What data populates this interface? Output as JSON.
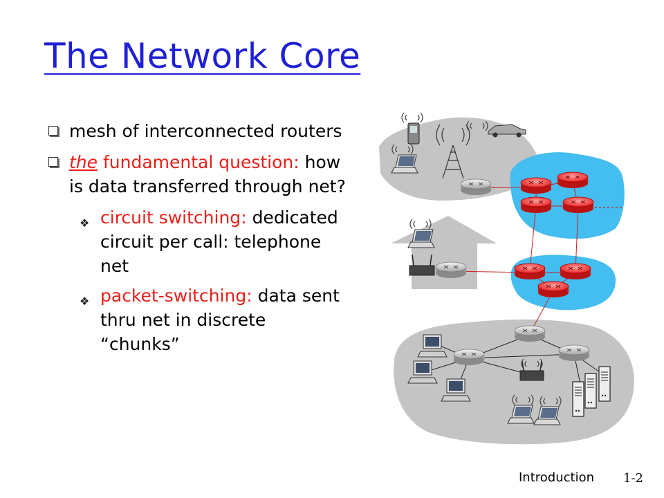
{
  "slide": {
    "title": "The Network Core",
    "bullets": [
      {
        "text": "mesh of interconnected routers"
      },
      {
        "prefix_italic": "the",
        "prefix_rest": " fundamental question:",
        "text": " how is data transferred through net?"
      }
    ],
    "sub_bullets": [
      {
        "label": "circuit switching:",
        "text": "dedicated circuit per call: telephone net"
      },
      {
        "label": "packet-switching:",
        "text": " data sent thru net in discrete “chunks”"
      }
    ],
    "footer_label": "Introduction",
    "footer_page": "1-2"
  },
  "colors": {
    "title": "#1f1fd6",
    "highlight": "#e8201a",
    "core_network": "#44bdf0",
    "edge_network": "#c4c4c4"
  }
}
